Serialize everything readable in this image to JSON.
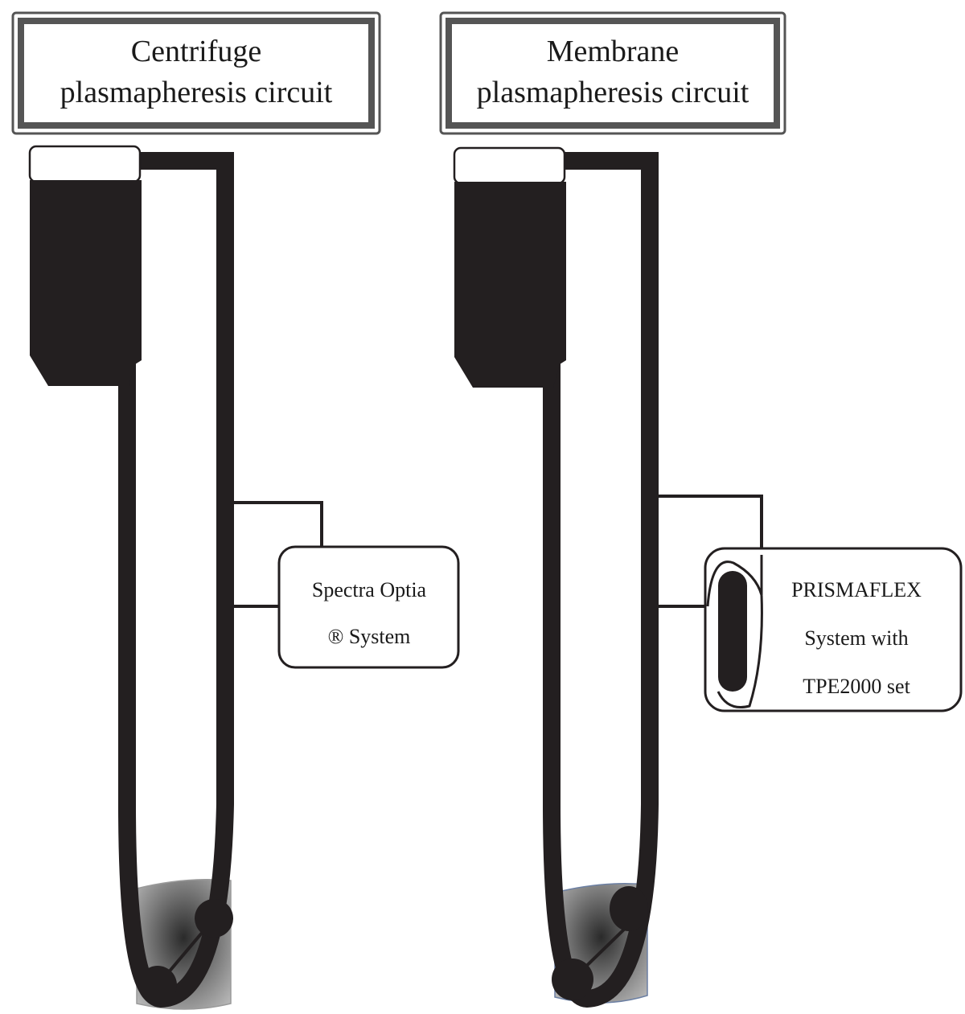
{
  "panels": [
    {
      "title_line1": "Centrifuge",
      "title_line2": "plasmapheresis circuit",
      "device_line1": "Spectra Optia",
      "device_line2": "® System"
    },
    {
      "title_line1": "Membrane",
      "title_line2": "plasmapheresis circuit",
      "device_line1": "PRISMAFLEX",
      "device_line2": "System with",
      "device_line3": "TPE2000 set"
    }
  ],
  "colors": {
    "tubing": "#231f20",
    "frame": "#555555",
    "arm_shade_dark": "#2a2a2a",
    "arm_shade_light": "#b8b8b8"
  },
  "icons": [
    "blood-bag-icon",
    "filter-cartridge-icon",
    "patient-arm-icon"
  ]
}
